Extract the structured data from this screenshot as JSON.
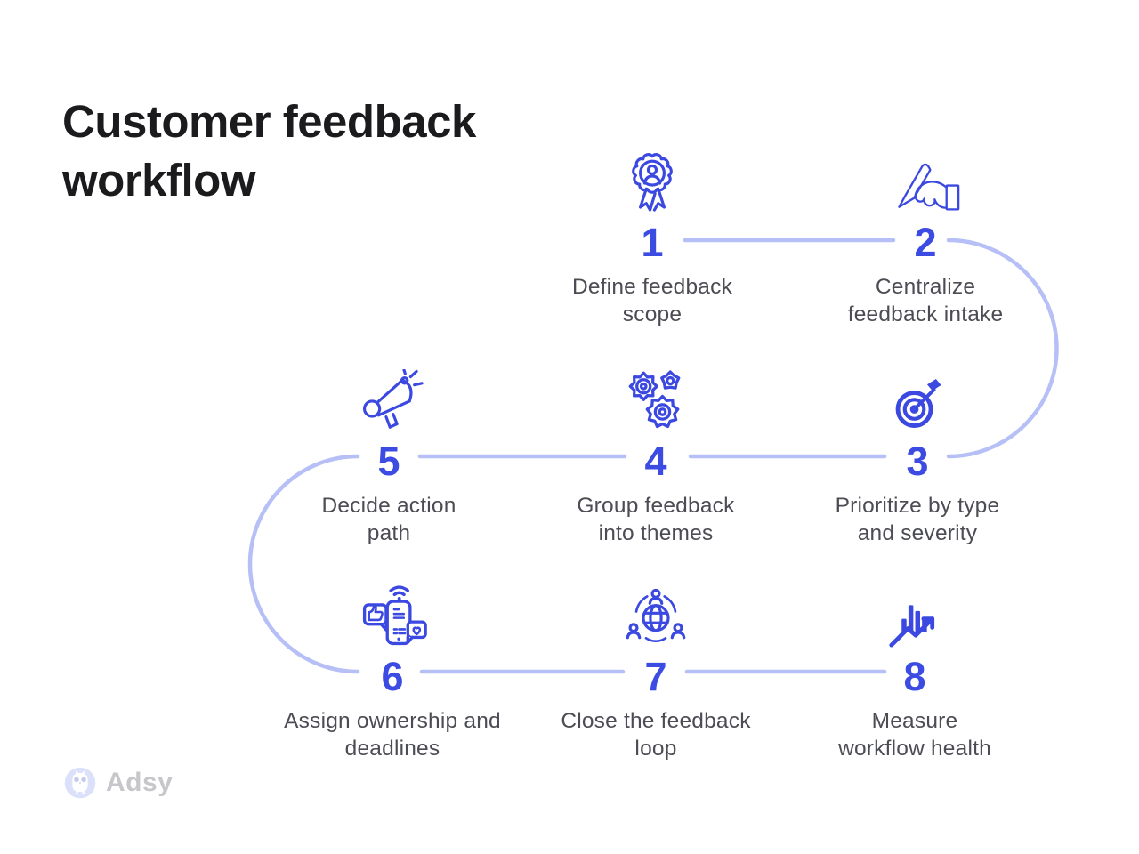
{
  "title": {
    "line1": "Customer feedback",
    "line2": "workflow"
  },
  "colors": {
    "accent_blue": "#3b49e1",
    "number_blue": "#3c4be2",
    "connector_lavender": "#b6bff6",
    "title_text": "#1b1b1d",
    "step_text": "#4c4c54",
    "watermark_text": "#c7c7cb",
    "watermark_circle": "#dce1fb"
  },
  "steps": [
    {
      "number": "1",
      "lines": [
        "Define feedback",
        "scope"
      ],
      "icon": "award-badge"
    },
    {
      "number": "2",
      "lines": [
        "Centralize",
        "feedback intake"
      ],
      "icon": "writing-hand"
    },
    {
      "number": "3",
      "lines": [
        "Prioritize by type",
        "and severity"
      ],
      "icon": "target-arrow"
    },
    {
      "number": "4",
      "lines": [
        "Group feedback",
        "into themes"
      ],
      "icon": "gears"
    },
    {
      "number": "5",
      "lines": [
        "Decide action",
        "path"
      ],
      "icon": "megaphone"
    },
    {
      "number": "6",
      "lines": [
        "Assign ownership and",
        "deadlines"
      ],
      "icon": "phone-social"
    },
    {
      "number": "7",
      "lines": [
        "Close the feedback",
        "loop"
      ],
      "icon": "globe-people"
    },
    {
      "number": "8",
      "lines": [
        "Measure",
        "workflow health"
      ],
      "icon": "chart-growth"
    }
  ],
  "watermark": {
    "brand": "Adsy"
  }
}
